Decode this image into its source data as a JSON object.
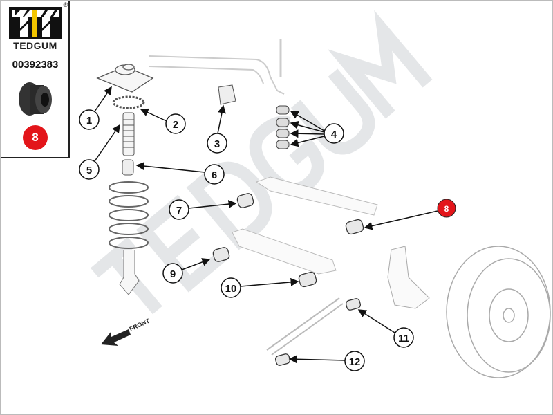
{
  "brand": {
    "name": "TEDGUM",
    "registered": "®",
    "part_number": "00392383",
    "highlight_badge": "8"
  },
  "watermark": "TEDGUM",
  "direction_label": "FRONT",
  "callouts": [
    "1",
    "2",
    "3",
    "4",
    "5",
    "6",
    "7",
    "8",
    "9",
    "10",
    "11",
    "12"
  ],
  "colors": {
    "accent_red": "#e3151a",
    "logo_yellow": "#f2c500",
    "line": "#222222",
    "watermark": "#e4e6e8"
  }
}
